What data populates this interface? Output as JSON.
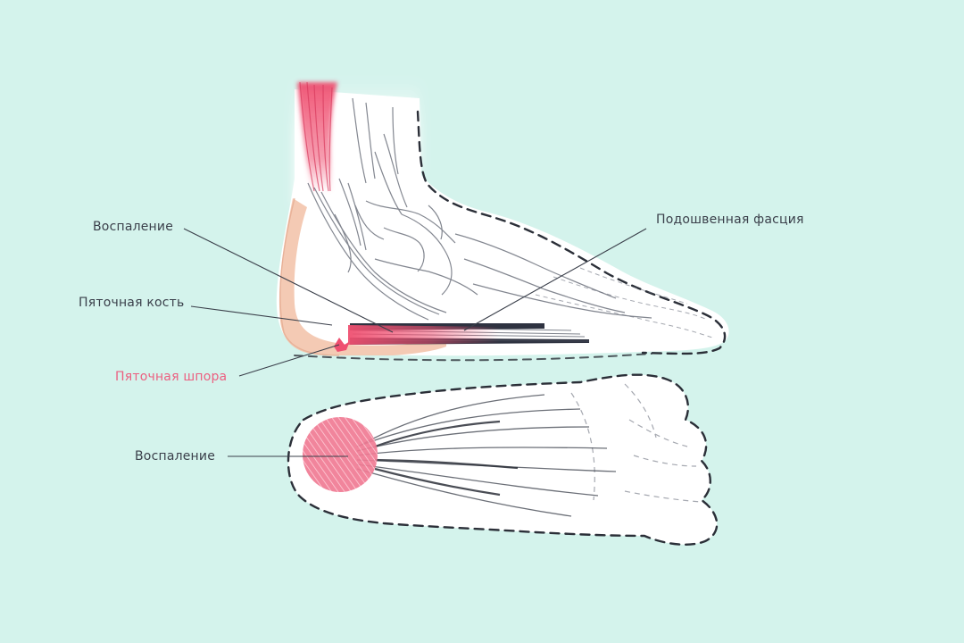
{
  "labels": {
    "inflammation_side": "Воспаление",
    "plantar_fascia": "Подошвенная фасция",
    "calcaneus": "Пяточная кость",
    "heel_spur": "Пяточная шпора",
    "inflammation_sole": "Воспаление"
  },
  "colors": {
    "background": "#d4f3ec",
    "text": "#3a3f4a",
    "accent": "#ec5f80",
    "inflammation": "#ef4f70",
    "bone": "#f3c4ac",
    "outline": "#2b2f38",
    "fascia": "#2e3240",
    "skin": "#ffffff"
  }
}
